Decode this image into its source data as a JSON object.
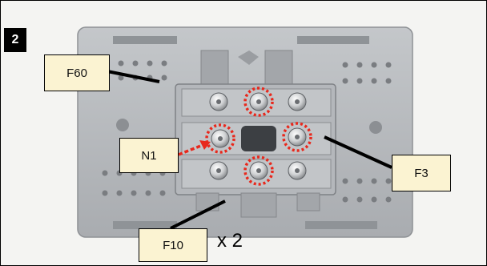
{
  "step_number": "2",
  "callouts": {
    "f60": "F60",
    "n1": "N1",
    "f3": "F3",
    "f10": "F10"
  },
  "quantity": "x 2",
  "colors": {
    "highlight": "#e8281c",
    "callout_fill": "#fbf3d2",
    "plate_grey": "#b8bbbf"
  }
}
